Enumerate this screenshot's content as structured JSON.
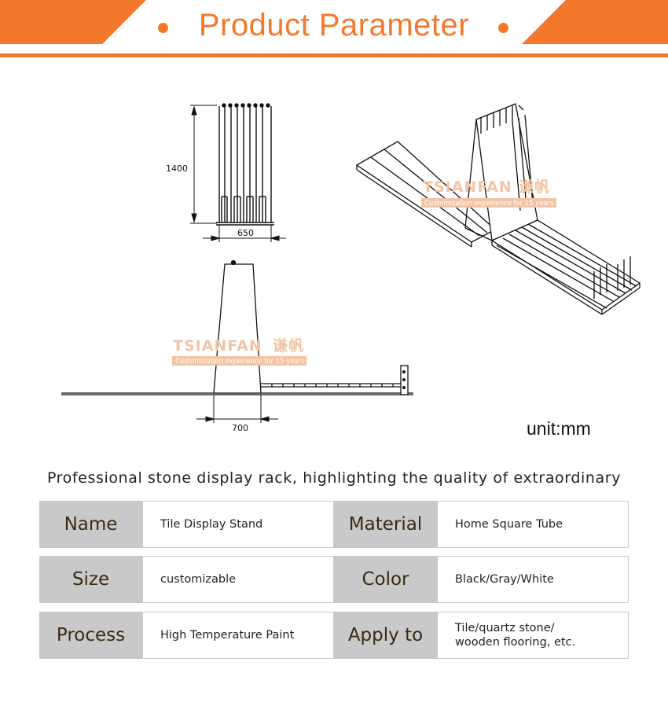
{
  "header": {
    "title": "Product Parameter"
  },
  "dimensions": {
    "height": "1400",
    "width_front": "650",
    "width_side": "700"
  },
  "watermark": {
    "brand": "TSIANFAN",
    "brand_cn": "谦帆",
    "tagline": "Customization experience for 15 years"
  },
  "unit_label": "unit:mm",
  "tagline": "Professional stone display rack, highlighting the quality of extraordinary",
  "params": [
    {
      "label_left": "Name",
      "value_left": "Tile Display Stand",
      "label_right": "Material",
      "value_right": "Home Square Tube"
    },
    {
      "label_left": "Size",
      "value_left": "customizable",
      "label_right": "Color",
      "value_right": "Black/Gray/White"
    },
    {
      "label_left": "Process",
      "value_left": "High Temperature Paint",
      "label_right": "Apply to",
      "value_right": "Tile/quartz stone/\nwooden flooring, etc."
    }
  ],
  "colors": {
    "accent": "#f4782b",
    "label_bg": "#c9c9c9",
    "label_text": "#3b2a12"
  }
}
